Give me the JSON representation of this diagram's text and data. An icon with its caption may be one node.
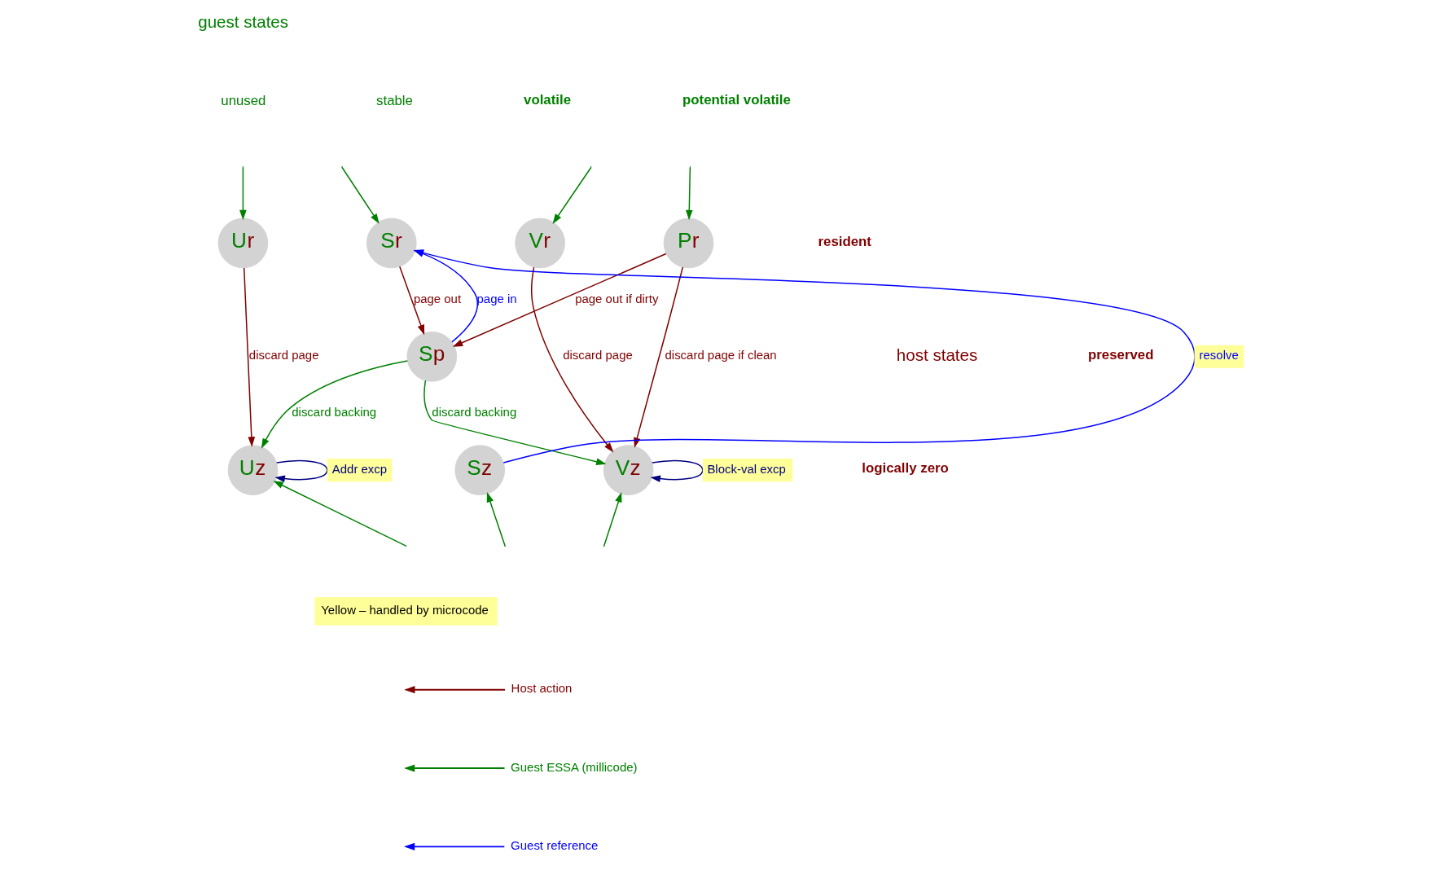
{
  "diagram": {
    "nodes": [
      {
        "text": [
          "Ur"
        ]
      },
      {
        "text": [
          "Sr"
        ]
      },
      {
        "text": [
          "Vr"
        ]
      },
      {
        "text": [
          "Pr"
        ]
      },
      {
        "text": [
          "Sp"
        ]
      },
      {
        "text": [
          "Uz"
        ]
      },
      {
        "text": [
          "Sz"
        ]
      },
      {
        "text": [
          "Vz"
        ]
      }
    ],
    "edges": [
      {
        "from": null,
        "to": 0,
        "arrow": "to"
      },
      {
        "from": null,
        "to": 1,
        "arrow": "to"
      },
      {
        "from": null,
        "to": 2,
        "arrow": "to"
      },
      {
        "from": null,
        "to": 3,
        "arrow": "to"
      },
      {
        "from": 0,
        "to": 5,
        "arrow": "to",
        "label": "discard page",
        "color": "#800000"
      },
      {
        "from": 1,
        "to": 4,
        "arrow": "to",
        "label": "page out",
        "color": "#800000"
      },
      {
        "from": 4,
        "to": 1,
        "arrow": "to",
        "label": "page in",
        "color": "#0000ff"
      },
      {
        "from": 6,
        "to": 1,
        "arrow": "to",
        "label": "resolve",
        "color": "#0000ff"
      },
      {
        "from": 3,
        "to": 4,
        "arrow": "to",
        "label": "page out if dirty",
        "color": "#800000"
      },
      {
        "from": 2,
        "to": 7,
        "arrow": "to",
        "label": "discard page",
        "color": "#800000"
      },
      {
        "from": 3,
        "to": 7,
        "arrow": "to",
        "label": "discard page if clean",
        "color": "#800000"
      },
      {
        "from": 4,
        "to": 5,
        "arrow": "to",
        "label": "discard backing"
      },
      {
        "from": 4,
        "to": 7,
        "arrow": "to",
        "label": "discard backing"
      },
      {
        "from": 5,
        "to": 5,
        "arrow": "to",
        "label": "Addr excp",
        "color": "#000080"
      },
      {
        "from": 7,
        "to": 7,
        "arrow": "to",
        "label": "Block-val excp",
        "color": "#000080"
      },
      {
        "from": null,
        "to": 5,
        "arrow": "to"
      },
      {
        "from": null,
        "to": 6,
        "arrow": "to"
      },
      {
        "from": null,
        "to": 7,
        "arrow": "to"
      }
    ],
    "labels": [
      "unused",
      "stable",
      "volatile",
      "potential volatile",
      "guest states",
      "resident",
      "host states",
      "preserved",
      "logically zero",
      "Yellow – handled by microcode"
    ],
    "legend": [
      {
        "text": "Host action"
      },
      {
        "text": "Guest ESSA (millicode)"
      },
      {
        "text": "Guest reference"
      }
    ]
  }
}
